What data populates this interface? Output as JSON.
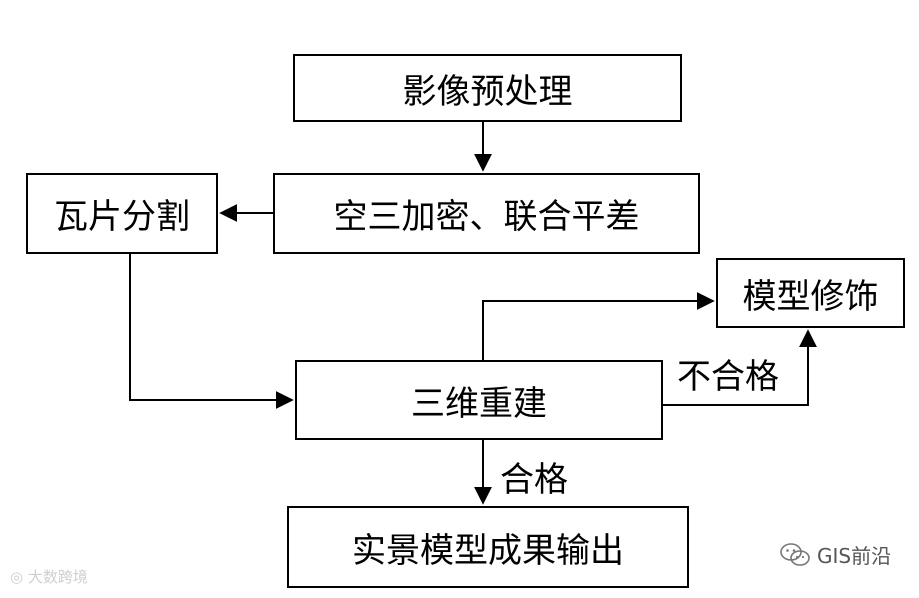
{
  "diagram": {
    "nodes": {
      "preprocess": "影像预处理",
      "aerial_triangulation": "空三加密、联合平差",
      "tiling": "瓦片分割",
      "model_fix": "模型修饰",
      "reconstruction": "三维重建",
      "output": "实景模型成果输出"
    },
    "edge_labels": {
      "fail": "不合格",
      "pass": "合格"
    },
    "edges": [
      {
        "from": "preprocess",
        "to": "aerial_triangulation"
      },
      {
        "from": "aerial_triangulation",
        "to": "tiling"
      },
      {
        "from": "tiling",
        "to": "reconstruction"
      },
      {
        "from": "reconstruction",
        "to": "model_fix",
        "label": "fail"
      },
      {
        "from": "reconstruction",
        "to": "model_fix"
      },
      {
        "from": "reconstruction",
        "to": "output",
        "label": "pass"
      }
    ]
  },
  "watermarks": {
    "left": "大数跨境",
    "right": "GIS前沿"
  },
  "icons": {
    "wechat": "wechat-icon",
    "left_logo": "weibo-logo-icon"
  }
}
